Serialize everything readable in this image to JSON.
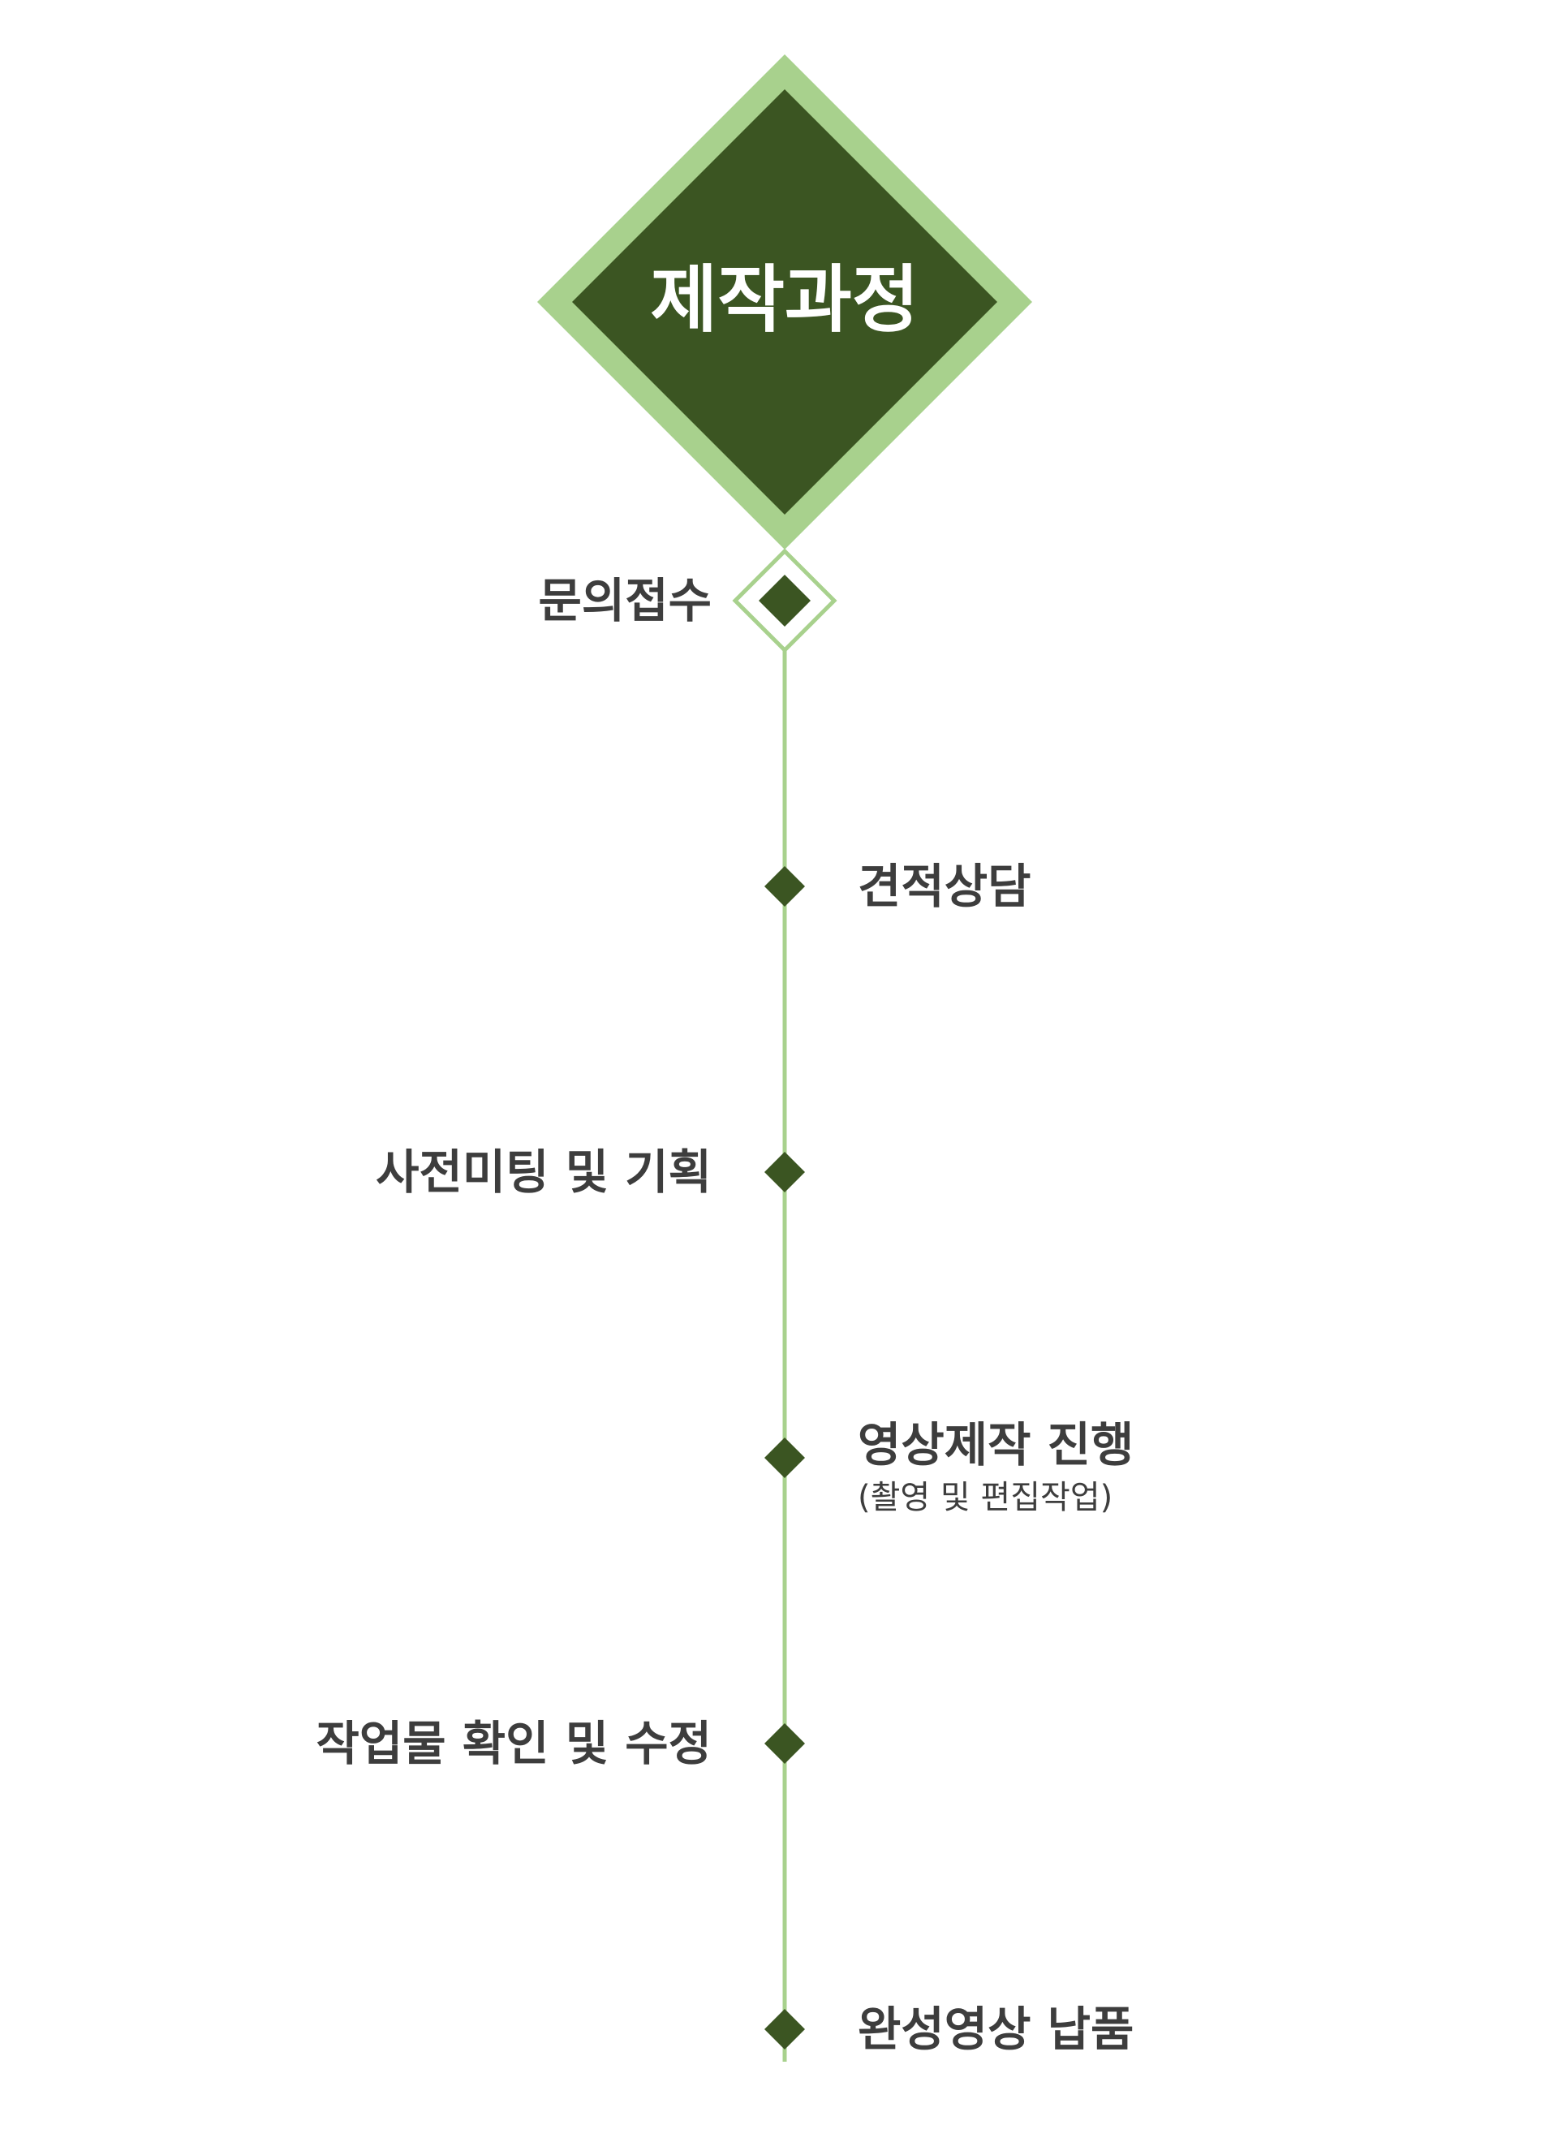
{
  "title": "제작과정",
  "colors": {
    "dark_green": "#3b5522",
    "light_green": "#a8d18d",
    "text": "#3d3d3d",
    "title_text": "#ffffff"
  },
  "steps": [
    {
      "label": "문의접수",
      "sub": "",
      "side": "left",
      "marker": "outlined"
    },
    {
      "label": "견적상담",
      "sub": "",
      "side": "right",
      "marker": "solid"
    },
    {
      "label": "사전미팅 및 기획",
      "sub": "",
      "side": "left",
      "marker": "solid"
    },
    {
      "label": "영상제작 진행",
      "sub": "(촬영 및 편집작업)",
      "side": "right",
      "marker": "solid"
    },
    {
      "label": "작업물 확인 및 수정",
      "sub": "",
      "side": "left",
      "marker": "solid"
    },
    {
      "label": "완성영상 납품",
      "sub": "",
      "side": "right",
      "marker": "solid"
    }
  ]
}
